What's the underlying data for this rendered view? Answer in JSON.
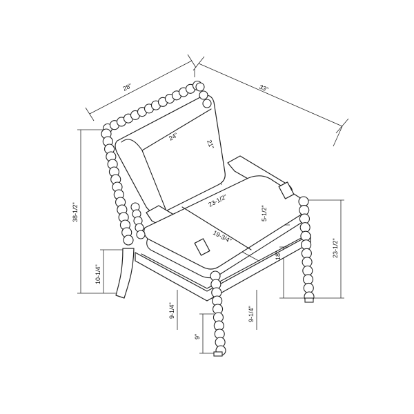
{
  "dimensions": {
    "overall_width": "28\"",
    "overall_depth": "33\"",
    "back_width": "24\"",
    "back_height": "21\"",
    "overall_height": "38-1/2\"",
    "arm_height": "23-1/2\"",
    "seat_width": "23-1/2\"",
    "seat_depth": "19-3/4\"",
    "arm_above_seat": "5-1/2\"",
    "seat_height": "18\"",
    "rear_leg_height": "10-1/4\"",
    "front_clearance_left": "9-1/4\"",
    "front_clearance_right": "9-1/4\"",
    "front_leg_height": "9\""
  }
}
